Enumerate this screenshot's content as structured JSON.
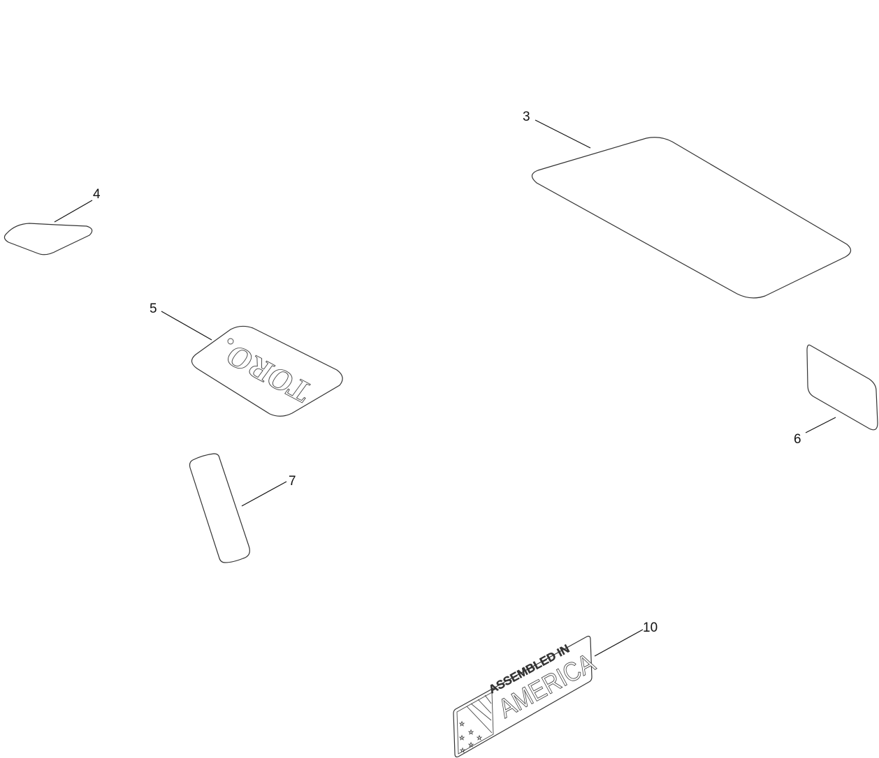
{
  "callouts": {
    "p3": "3",
    "p4": "4",
    "p5": "5",
    "p6": "6",
    "p7": "7",
    "p10": "10"
  },
  "decals": {
    "toro_logo": "TORO",
    "assembled_line1": "ASSEMBLED IN",
    "assembled_line2": "AMERICA"
  },
  "colors": {
    "line": "#333333",
    "background": "#ffffff"
  }
}
